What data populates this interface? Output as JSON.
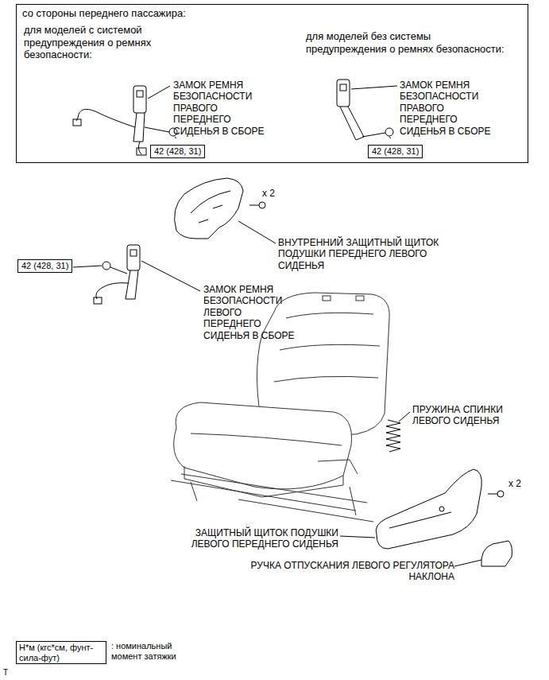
{
  "diagram": {
    "nodes": [
      {
        "text": [
          "со стороны переднего пассажира:"
        ]
      },
      {
        "text": [
          "42 (428, 31)"
        ],
        "in": 0
      },
      {
        "text": [
          "42 (428, 31)"
        ],
        "in": 0
      },
      {
        "text": [
          "42 (428, 31)"
        ]
      },
      {
        "text": [
          "Н*м (кгс*см, фунт-сила-фут)"
        ]
      }
    ],
    "labels": [
      "для моделей с системой предупреждения о ремнях безопасности:",
      "ЗАМОК РЕМНЯ БЕЗОПАСНОСТИ ПРАВОГО ПЕРЕДНЕГО СИДЕНЬЯ В СБОРЕ",
      "для моделей без системы предупреждения о ремнях безопасности:",
      "ЗАМОК РЕМНЯ БЕЗОПАСНОСТИ ПРАВОГО ПЕРЕДНЕГО СИДЕНЬЯ В СБОРЕ",
      "x 2",
      "ВНУТРЕННИЙ ЗАЩИТНЫЙ ЩИТОК ПОДУШКИ ПЕРЕДНЕГО ЛЕВОГО СИДЕНЬЯ",
      "ЗАМОК РЕМНЯ БЕЗОПАСНОСТИ ЛЕВОГО ПЕРЕДНЕГО СИДЕНЬЯ В СБОРЕ",
      "ПРУЖИНА СПИНКИ ЛЕВОГО СИДЕНЬЯ",
      "x 2",
      "ЗАЩИТНЫЙ ЩИТОК ПОДУШКИ ЛЕВОГО ПЕРЕДНЕГО СИДЕНЬЯ",
      "РУЧКА ОТПУСКАНИЯ ЛЕВОГО РЕГУЛЯТОРА НАКЛОНА",
      ": номинальный момент затяжки",
      "T"
    ]
  }
}
